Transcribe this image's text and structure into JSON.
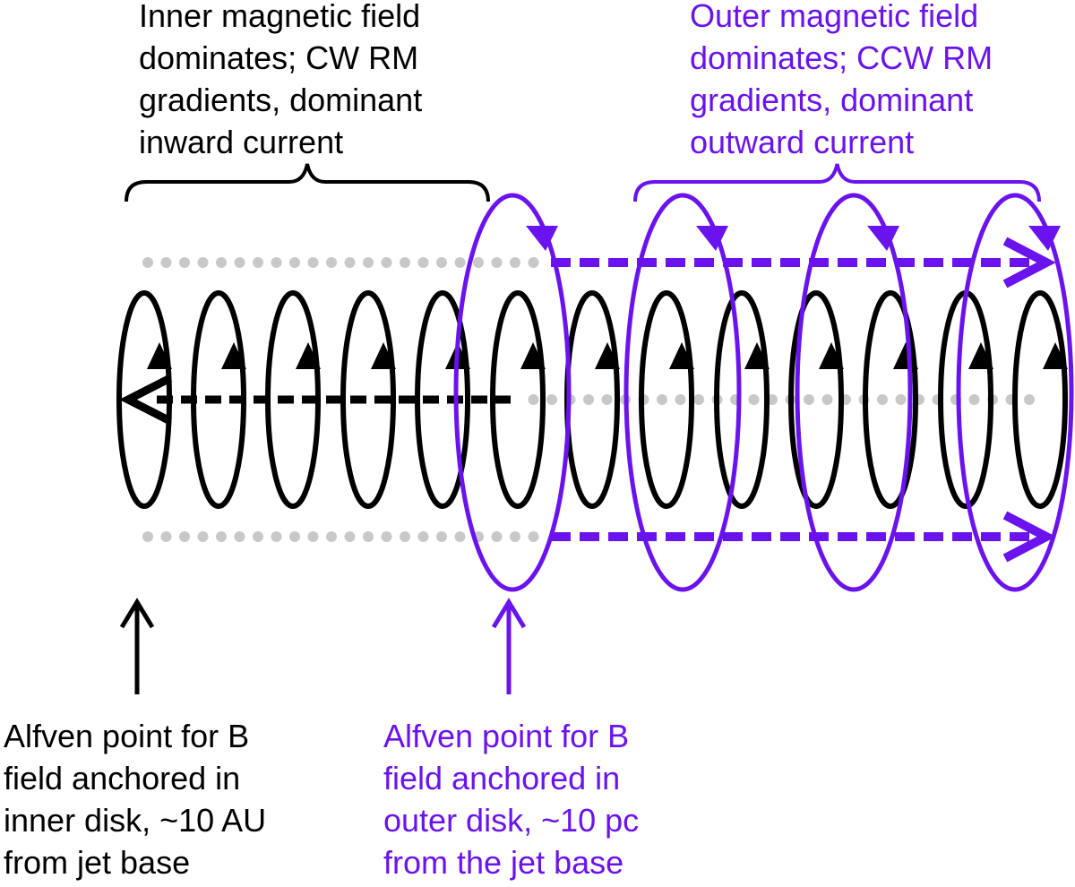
{
  "colors": {
    "inner": "#000000",
    "outer": "#6a13ee",
    "axis_gray": "#c8c8c8",
    "background": "#ffffff"
  },
  "labels": {
    "inner_field": [
      "Inner magnetic field",
      "dominates; CW RM",
      "gradients, dominant",
      "inward current"
    ],
    "outer_field": [
      "Outer magnetic field",
      "dominates; CCW RM",
      "gradients, dominant",
      "outward current"
    ],
    "inner_alfven": [
      "Alfven point for B",
      "field anchored in",
      "inner disk, ~10 AU",
      "from jet base"
    ],
    "outer_alfven": [
      "Alfven point for B",
      "field anchored in",
      "outer disk, ~10 pc",
      "from the jet base"
    ]
  }
}
